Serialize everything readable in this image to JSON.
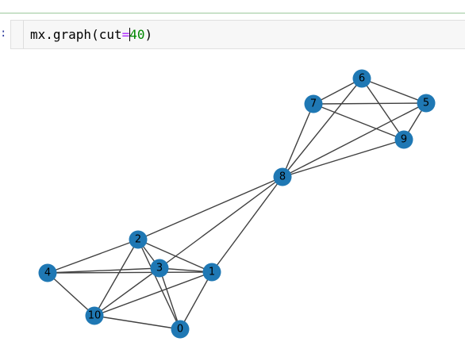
{
  "cell": {
    "prompt": ":",
    "code_prefix": "mx.graph(cut",
    "code_op": "=",
    "code_num": "40",
    "code_suffix": ")"
  },
  "graph": {
    "node_color": "#1f78b4",
    "edge_color": "#404040",
    "nodes": [
      {
        "id": "0",
        "label": "0"
      },
      {
        "id": "1",
        "label": "1"
      },
      {
        "id": "2",
        "label": "2"
      },
      {
        "id": "3",
        "label": "3"
      },
      {
        "id": "4",
        "label": "4"
      },
      {
        "id": "5",
        "label": "5"
      },
      {
        "id": "6",
        "label": "6"
      },
      {
        "id": "7",
        "label": "7"
      },
      {
        "id": "8",
        "label": "8"
      },
      {
        "id": "9",
        "label": "9"
      },
      {
        "id": "10",
        "label": "10"
      }
    ],
    "edges": [
      [
        "7",
        "6"
      ],
      [
        "7",
        "5"
      ],
      [
        "7",
        "9"
      ],
      [
        "7",
        "8"
      ],
      [
        "6",
        "5"
      ],
      [
        "6",
        "9"
      ],
      [
        "6",
        "8"
      ],
      [
        "5",
        "9"
      ],
      [
        "5",
        "8"
      ],
      [
        "9",
        "8"
      ],
      [
        "8",
        "2"
      ],
      [
        "8",
        "3"
      ],
      [
        "8",
        "1"
      ],
      [
        "2",
        "4"
      ],
      [
        "2",
        "3"
      ],
      [
        "2",
        "1"
      ],
      [
        "2",
        "10"
      ],
      [
        "2",
        "0"
      ],
      [
        "4",
        "3"
      ],
      [
        "4",
        "1"
      ],
      [
        "4",
        "10"
      ],
      [
        "3",
        "1"
      ],
      [
        "3",
        "10"
      ],
      [
        "3",
        "0"
      ],
      [
        "1",
        "10"
      ],
      [
        "1",
        "0"
      ],
      [
        "10",
        "0"
      ]
    ]
  }
}
